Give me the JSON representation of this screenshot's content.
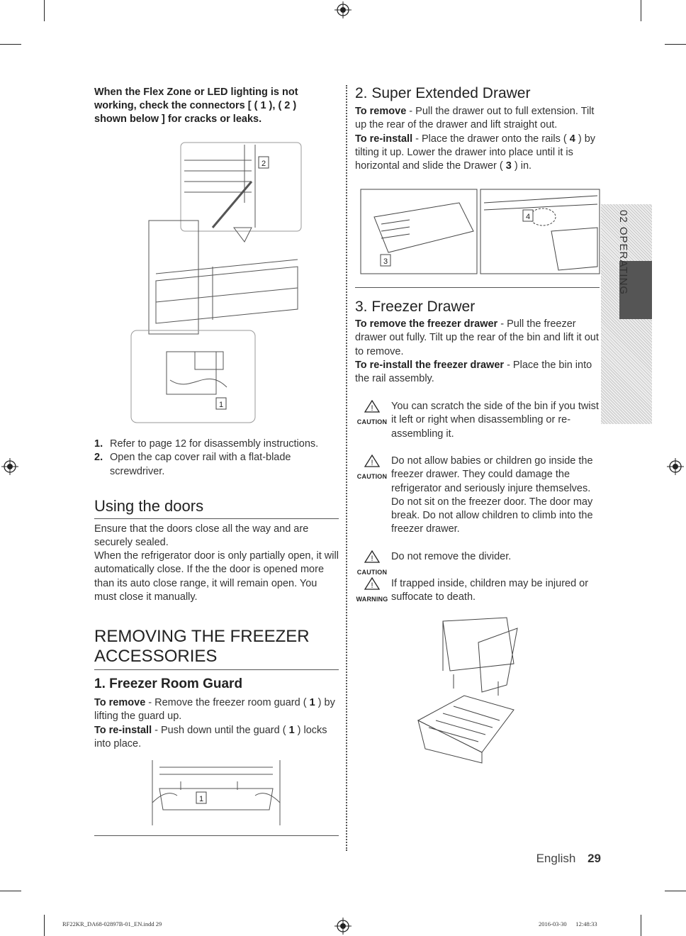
{
  "left": {
    "intro": "When the Flex Zone or LED lighting is not working, check the connectors [ ( 1 ), ( 2 ) shown below ] for cracks or leaks.",
    "callouts": {
      "c1": "1",
      "c2": "2"
    },
    "steps": [
      {
        "num": "1.",
        "text": "Refer to page 12 for disassembly instructions."
      },
      {
        "num": "2.",
        "text": "Open the cap cover rail with a flat-blade screwdriver."
      }
    ],
    "doors": {
      "title": "Using the doors",
      "p1": "Ensure that the doors close all the way and are securely sealed.",
      "p2": "When the refrigerator door is only partially open, it will automatically close. If the the door is opened more than its auto close range, it will remain open. You must close it manually."
    },
    "removing_title": "REMOVING THE FREEZER ACCESSORIES",
    "guard": {
      "title": "1. Freezer Room Guard",
      "remove_label": "To remove",
      "remove_text": " - Remove the freezer room guard ( ",
      "remove_num": "1",
      "remove_tail": " ) by lifting the guard up.",
      "install_label": "To re-install",
      "install_text": " - Push down until the guard ( ",
      "install_num": "1",
      "install_tail": " ) locks into place.",
      "callout": "1"
    }
  },
  "right": {
    "super": {
      "title": "2. Super Extended Drawer",
      "remove_label": "To remove",
      "remove_text": " - Pull the drawer out to full extension. Tilt up the rear of the drawer and lift straight out.",
      "install_label": "To re-install",
      "install_text": " - Place the drawer onto the rails ( ",
      "install_num1": "4",
      "install_mid": " ) by tilting it up. Lower the drawer into place until it is horizontal and slide the Drawer ( ",
      "install_num2": "3",
      "install_tail": " ) in.",
      "callout3": "3",
      "callout4": "4"
    },
    "freezer": {
      "title": "3. Freezer Drawer",
      "remove_label": "To remove the freezer drawer",
      "remove_text": " - Pull the freezer drawer out fully. Tilt up the rear of the bin and lift it out to remove.",
      "install_label": "To re-install the freezer drawer",
      "install_text": " - Place the bin into the rail assembly."
    },
    "notices": [
      {
        "label": "CAUTION",
        "text": "You can scratch the side of the bin if you twist it left or right when disassembling or re-assembling it."
      },
      {
        "label": "CAUTION",
        "text": "Do not allow babies or children go inside the freezer drawer. They could damage the refrigerator and seriously injure themselves. Do not sit on the freezer door. The door may break. Do not allow children to climb into the freezer drawer."
      },
      {
        "label": "CAUTION",
        "text": "Do not remove the divider."
      },
      {
        "label": "WARNING",
        "text": "If trapped inside, children may be injured or suffocate to death."
      }
    ]
  },
  "side_tab": "02 OPERATING",
  "footer": {
    "language": "English",
    "page": "29",
    "file": "RF22KR_DA68-02897B-01_EN.indd 29",
    "timestamp": "2016-03-30   12:48:33"
  }
}
